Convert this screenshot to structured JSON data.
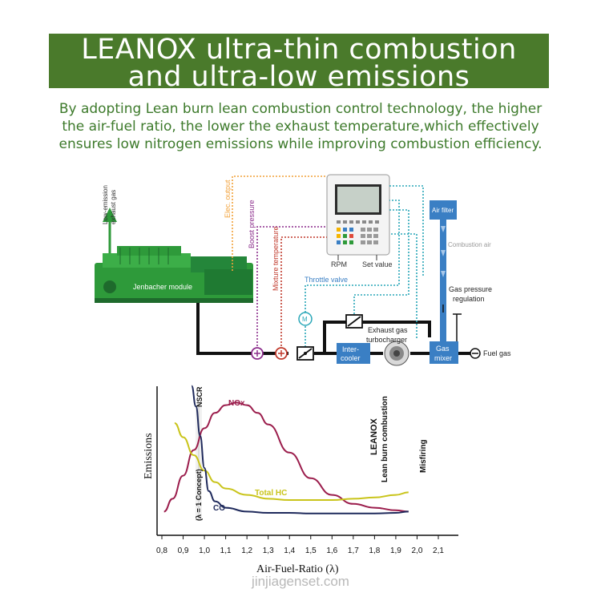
{
  "banner": {
    "line1": "LEANOX ultra-thin combustion",
    "line2": "and ultra-low emissions"
  },
  "intro": {
    "line1": "By adopting Lean burn lean combustion control technology, the higher",
    "line2": "the air-fuel ratio, the lower the exhaust temperature,which effectively",
    "line3": "ensures low nitrogen emissions while improving combustion efficiency."
  },
  "diagram": {
    "exhaust_label_1": "Low-emission",
    "exhaust_label_2": "exhaust gas",
    "engine_label": "Jenbacher module",
    "elec_output": "Elec. output",
    "boost_pressure": "Boost pressure",
    "mixture_temperature": "Mixture temperature",
    "controller_rpm": "RPM",
    "controller_set_value": "Set value",
    "throttle_valve": "Throttle valve",
    "motor_symbol": "M",
    "air_filter": "Air filter",
    "combustion_air": "Combustion air",
    "gas_pressure_regulation_1": "Gas pressure",
    "gas_pressure_regulation_2": "regulation",
    "exhaust_turbocharger_1": "Exhaust gas",
    "exhaust_turbocharger_2": "turbocharger",
    "intercooler_1": "Inter-",
    "intercooler_2": "cooler",
    "gas_mixer_1": "Gas",
    "gas_mixer_2": "mixer",
    "fuel_gas": "Fuel gas",
    "colors": {
      "green": "#2e9a3a",
      "blue": "#3a7fc4",
      "orange": "#f2a23a",
      "purple": "#8b2c8b",
      "red": "#c0392b",
      "teal": "#2aa7b8"
    }
  },
  "chart_data": {
    "type": "line",
    "title": "",
    "xlabel": "Air-Fuel-Ratio (λ)",
    "ylabel": "Emissions",
    "xlim": [
      0.8,
      2.1
    ],
    "ylim": [
      0,
      10
    ],
    "xticks": [
      "0,8",
      "0,9",
      "1,0",
      "1,1",
      "1,2",
      "1,3",
      "1,4",
      "1,5",
      "1,6",
      "1,7",
      "1,8",
      "1,9",
      "2,0",
      "2,1"
    ],
    "series": [
      {
        "name": "NOx",
        "color": "#9b1d4c",
        "x": [
          0.81,
          0.85,
          0.9,
          0.95,
          1.0,
          1.05,
          1.1,
          1.15,
          1.2,
          1.25,
          1.3,
          1.4,
          1.5,
          1.6,
          1.7,
          1.8,
          1.9,
          1.96
        ],
        "y": [
          0.6,
          1.6,
          3.4,
          5.4,
          7.1,
          8.3,
          8.9,
          9.1,
          8.9,
          8.3,
          7.4,
          5.2,
          3.2,
          1.9,
          1.2,
          0.9,
          0.7,
          0.6
        ]
      },
      {
        "name": "Total HC",
        "color": "#c9c41a",
        "x": [
          0.86,
          0.9,
          0.95,
          1.0,
          1.05,
          1.1,
          1.2,
          1.3,
          1.4,
          1.5,
          1.6,
          1.7,
          1.8,
          1.9,
          1.96
        ],
        "y": [
          7.5,
          6.4,
          5.0,
          3.8,
          2.9,
          2.4,
          1.9,
          1.6,
          1.5,
          1.5,
          1.5,
          1.6,
          1.7,
          1.9,
          2.1
        ]
      },
      {
        "name": "CO",
        "color": "#1f2a5c",
        "x": [
          0.94,
          0.96,
          0.98,
          1.0,
          1.02,
          1.05,
          1.1,
          1.2,
          1.3,
          1.4,
          1.5,
          1.6,
          1.7,
          1.8,
          1.9,
          1.96
        ],
        "y": [
          10.4,
          8.8,
          6.5,
          4.0,
          2.2,
          1.4,
          0.9,
          0.6,
          0.5,
          0.5,
          0.45,
          0.45,
          0.45,
          0.45,
          0.5,
          0.6
        ]
      }
    ],
    "annotations": {
      "nscr": "NSCR",
      "lambda_concept": "(λ = 1 Concept)",
      "leanox_1": "LEANOX",
      "leanox_2": "Lean burn combustion",
      "misfiring": "Misfiring"
    },
    "grid": false
  },
  "watermark": "jinjiagenset.com"
}
